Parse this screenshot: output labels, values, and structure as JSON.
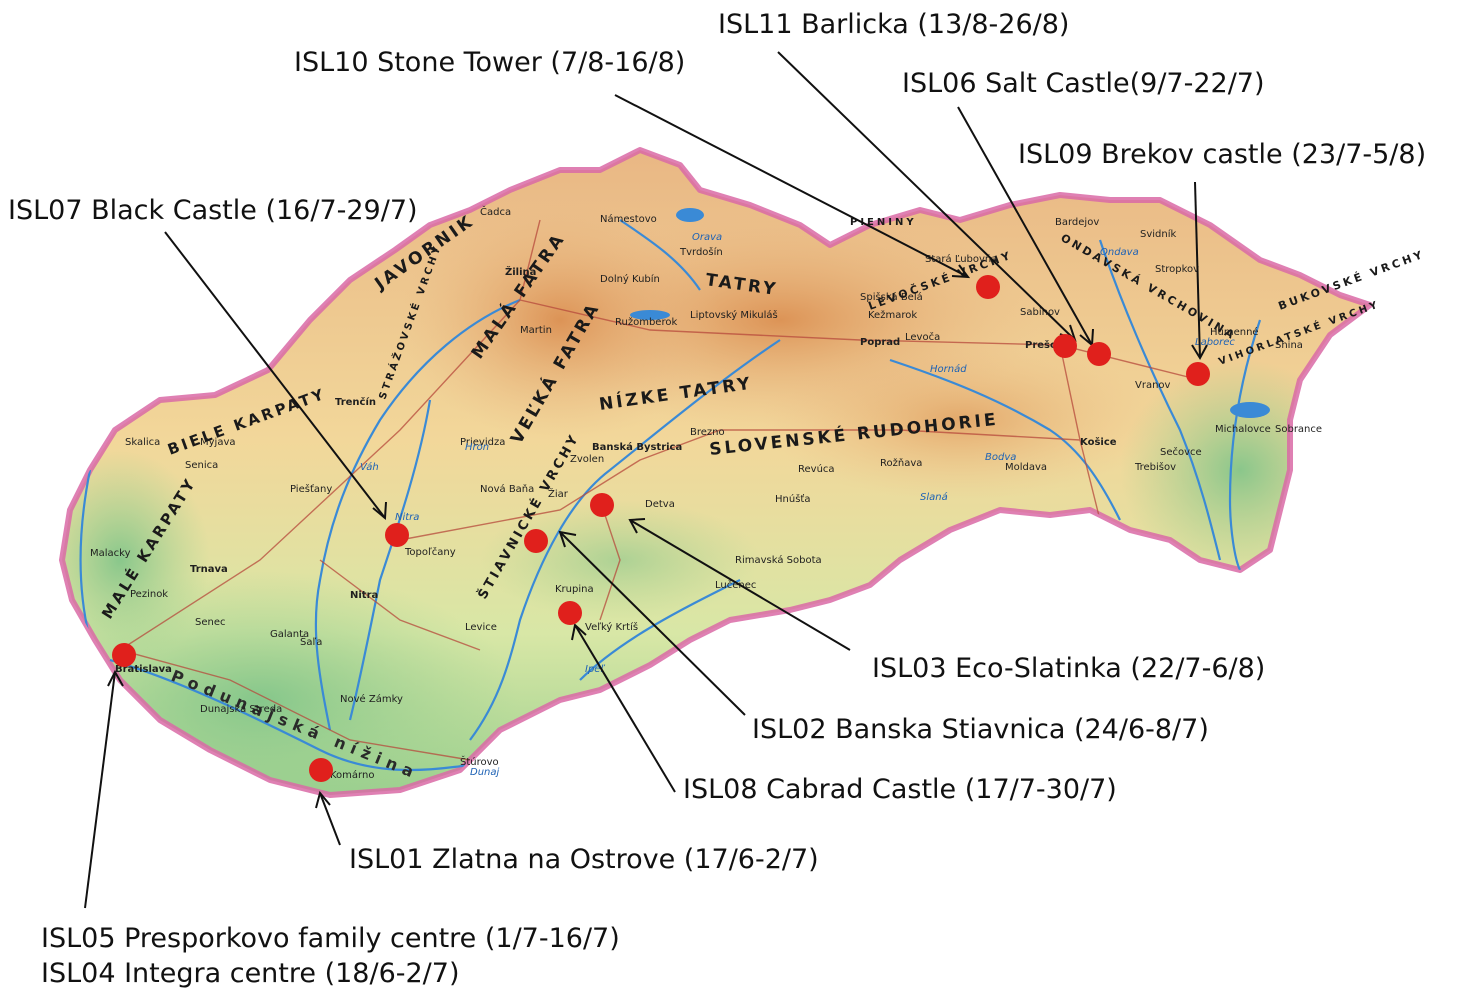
{
  "locations": [
    {
      "id": "ISL07",
      "label": "ISL07 Black Castle (16/7-29/7)"
    },
    {
      "id": "ISL10",
      "label": "ISL10 Stone Tower (7/8-16/8)"
    },
    {
      "id": "ISL11",
      "label": "ISL11 Barlicka (13/8-26/8)"
    },
    {
      "id": "ISL06",
      "label": "ISL06 Salt Castle(9/7-22/7)"
    },
    {
      "id": "ISL09",
      "label": "ISL09 Brekov castle (23/7-5/8)"
    },
    {
      "id": "ISL03",
      "label": "ISL03 Eco-Slatinka (22/7-6/8)"
    },
    {
      "id": "ISL02",
      "label": "ISL02 Banska Stiavnica (24/6-8/7)"
    },
    {
      "id": "ISL08",
      "label": "ISL08 Cabrad Castle (17/7-30/7)"
    },
    {
      "id": "ISL01",
      "label": "ISL01 Zlatna na Ostrove (17/6-2/7)"
    },
    {
      "id": "ISL05",
      "label": "ISL05 Presporkovo family centre (1/7-16/7)"
    },
    {
      "id": "ISL04",
      "label": "ISL04 Integra centre (18/6-2/7)"
    }
  ],
  "map_labels": {
    "ranges": [
      "JAVORNIK",
      "MALÁ FATRA",
      "VEĽKÁ FATRA",
      "NÍZKE TATRY",
      "TATRY",
      "SLOVENSKÉ RUDOHORIE",
      "MALÉ KARPATY",
      "BIELE KARPATY",
      "ŠTIAVNICKÉ VRCHY",
      "LEVOČSKÉ VRCHY",
      "ONDAVSKÁ VRCHOVINA",
      "BUKOVSKÉ VRCHY",
      "VIHORLATSKÉ VRCHY",
      "STRÁŽOVSKÉ VRCHY",
      "PIENINY",
      "Podunajská nížina"
    ],
    "towns": [
      "Žilina",
      "Trenčín",
      "Nitra",
      "Trnava",
      "Bratislava",
      "Banská Bystrica",
      "Zvolen",
      "Poprad",
      "Prešov",
      "Košice",
      "Michalovce",
      "Humenné",
      "Martin",
      "Ružomberok",
      "Komárno",
      "Levice",
      "Lučenec",
      "Rožňava",
      "Bardejov",
      "Svidník",
      "Levoča",
      "Senica",
      "Piešťany",
      "Topoľčany",
      "Šaľa",
      "Galanta",
      "Dunajská Streda",
      "Nové Zámky",
      "Sabinov",
      "Vranov",
      "Trebišov",
      "Rimavská Sobota",
      "Detva",
      "Brezno",
      "Čadca",
      "Dolný Kubín",
      "Liptovský Mikuláš",
      "Prievidza",
      "Skalica",
      "Myjava",
      "Malacky",
      "Pezinok",
      "Senec",
      "Štúrovo",
      "Kežmarok",
      "Stropkov",
      "Snina",
      "Sobrance",
      "Sečovce",
      "Krupina",
      "Žiar",
      "Nová Baňa",
      "Tvrdošín",
      "Námestovo",
      "Spišská Belá",
      "Revúca",
      "Stará Ľubovňa",
      "Moldava",
      "Veľký Krtíš",
      "Hnúšťa"
    ],
    "waters": [
      "Dunaj",
      "Váh",
      "Hron",
      "Ondava",
      "Laborec",
      "Orava",
      "Hornád",
      "Bodva",
      "Ipeľ",
      "Slaná",
      "Nitra"
    ]
  }
}
